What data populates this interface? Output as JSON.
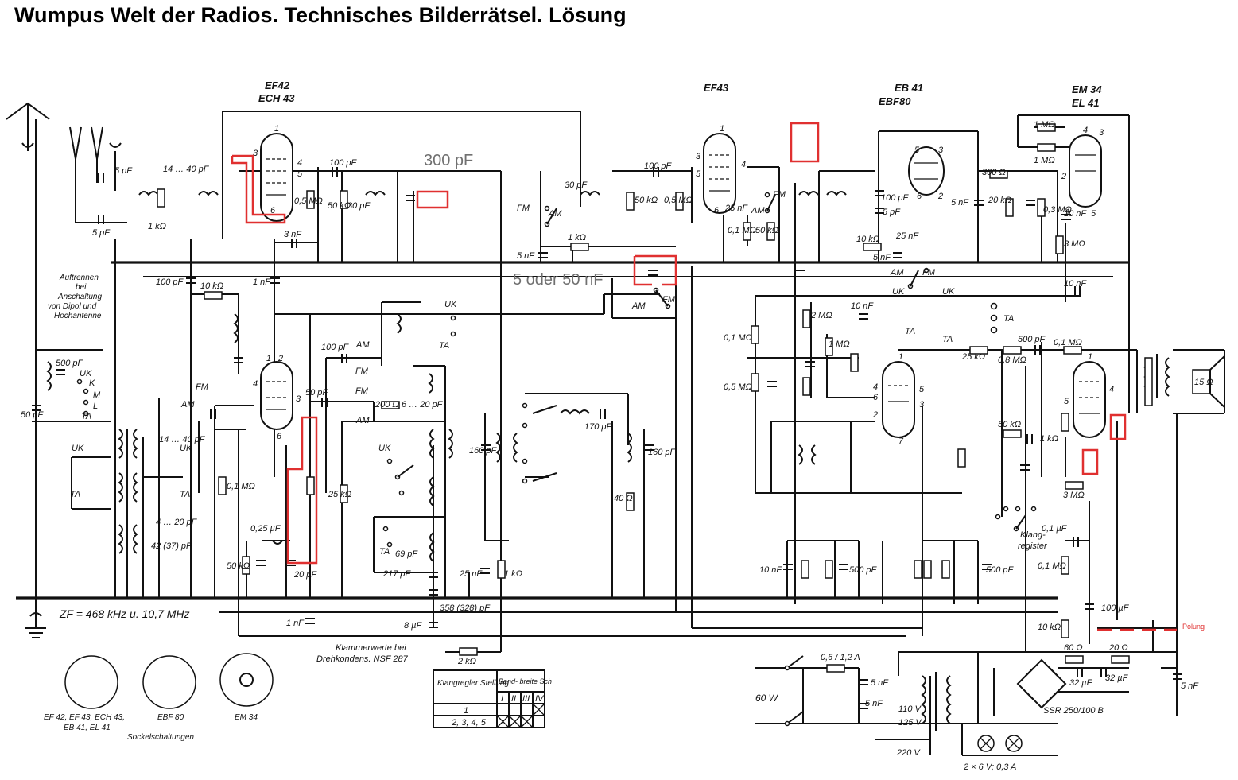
{
  "title": "Wumpus Welt der Radios. Technisches Bilderrätsel. Lösung",
  "tubes": [
    {
      "id": "t1",
      "name": "EF42",
      "alt": "ECH 43"
    },
    {
      "id": "t2",
      "name": "EF43",
      "alt": ""
    },
    {
      "id": "t3",
      "name": "EB 41",
      "alt": "EBF80"
    },
    {
      "id": "t4",
      "name": "EM 34",
      "alt": "EL 41"
    }
  ],
  "annotations": {
    "cap_300": "300 pF",
    "cap_5_50": "5 oder 50 nF",
    "polung": "Polung"
  },
  "labels": {
    "zf": "ZF = 468 kHz u. 10,7 MHz",
    "klammer1": "Klammerwerte bei",
    "klammer2": "Drehkondens. NSF 287",
    "socket_caption": "Sockelschaltungen",
    "socket1": "EF 42, EF 43, ECH 43,",
    "socket1b": "EB 41, EL 41",
    "socket2": "EBF 80",
    "socket3": "EM 34",
    "power": "60 W",
    "rectifier": "SSR 250/100 B",
    "lamps": "2 × 6 V; 0,3 A",
    "v110": "110 V",
    "v125": "125 V",
    "v220": "220 V",
    "fuse": "0,6 / 1,2 A",
    "antenna1": "Auftrennen",
    "antenna2": "bei",
    "antenna3": "Anschaltung",
    "antenna4": "von Dipol und",
    "antenna5": "Hochantenne",
    "klangreg": "Klang-",
    "klangreg2": "register",
    "speaker": "15 Ω"
  },
  "table": {
    "col1": "Klangregler Stellung",
    "col2": "Band- breite Sch",
    "sub": [
      "I",
      "II",
      "III",
      "IV"
    ],
    "rows": [
      "1",
      "2, 3, 4, 5"
    ]
  },
  "components": {
    "r1": "1 kΩ",
    "r2": "0,5 MΩ",
    "r3": "50 kΩ",
    "r4": "10 kΩ",
    "r5": "0,1 MΩ",
    "r6": "50 kΩ",
    "r7": "25 kΩ",
    "r8": "2 kΩ",
    "r9": "1 kΩ",
    "r10": "0,5 MΩ",
    "r11": "50 kΩ",
    "r12": "0,1 MΩ",
    "r13": "300 Ω",
    "r14": "20 kΩ",
    "r15": "0,3 MΩ",
    "r16": "1 MΩ",
    "r17": "1 MΩ",
    "r18": "3 MΩ",
    "r19": "10 kΩ",
    "r20": "0,1 MΩ",
    "r21": "0,5 MΩ",
    "r22": "2 MΩ",
    "r23": "25 kΩ",
    "r24": "0,8 MΩ",
    "r25": "0,1 MΩ",
    "r26": "50 kΩ",
    "r27": "1 kΩ",
    "r28": "3 MΩ",
    "r29": "0,1 MΩ",
    "r30": "60 Ω",
    "r31": "20 Ω",
    "r32": "10 kΩ",
    "r33": "40 Ω",
    "r34": "1 kΩ",
    "r35": "200 Ω",
    "c1": "5 pF",
    "c2": "5 pF",
    "c3": "14 … 40 pF",
    "c4": "100 pF",
    "c5": "30 pF",
    "c6": "3 nF",
    "c7": "1 nF",
    "c8": "100 pF",
    "c9": "30 pF",
    "c10": "5 nF",
    "c11": "100 pF",
    "c12": "25 nF",
    "c13": "25 nF",
    "c14": "5 nF",
    "c15": "100 pF",
    "c16": "5 pF",
    "c17": "5 nF",
    "c18": "10 nF",
    "c19": "10 nF",
    "c20": "500 pF",
    "c21": "100 pF",
    "c22": "50 pF",
    "c23": "170 pF",
    "c24": "160 pF",
    "c25": "160 pF",
    "c26": "25 nF",
    "c27": "8 µF",
    "c28": "20 pF",
    "c29": "0,25 µF",
    "c30": "1 nF",
    "c31": "217 pF",
    "c32": "69 pF",
    "c33": "42 (37) pF",
    "c34": "4 … 20 pF",
    "c35": "358 (328) pF",
    "c36": "32 µF",
    "c37": "32 µF",
    "c38": "5 nF",
    "c39": "500 pF",
    "c40": "10 nF",
    "c41": "500 pF",
    "c42": "0,1 µF",
    "c43": "100 µF",
    "c44": "10 nF",
    "c45": "6 … 20 pF",
    "c46": "5 nF",
    "c47": "5 nF",
    "c48": "50 pF",
    "c49": "500 pF"
  },
  "switch_labels": {
    "fm": "FM",
    "am": "AM",
    "uk": "UK",
    "ta": "TA",
    "k": "K",
    "m": "M",
    "l": "L"
  }
}
